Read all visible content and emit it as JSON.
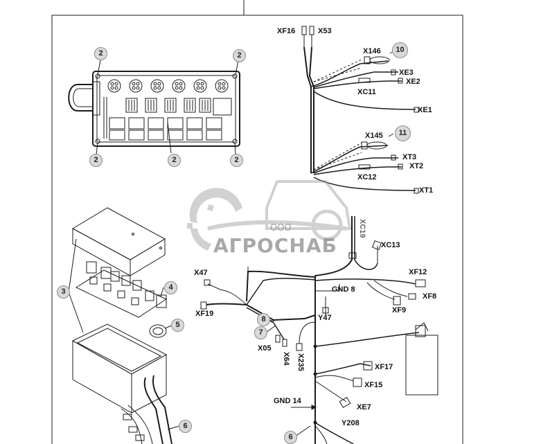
{
  "callouts": {
    "c1": "2",
    "c2": "2",
    "c3": "2",
    "c4": "2",
    "c5": "2",
    "c6": "10",
    "c7": "11",
    "c8": "3",
    "c9": "4",
    "c10": "5",
    "c11": "6",
    "c12": "8",
    "c13": "7",
    "c14": "6"
  },
  "connectors": {
    "xf16": "XF16",
    "x53": "X53",
    "x146": "X146",
    "xe3": "XE3",
    "xe2": "XE2",
    "xc11": "XC11",
    "xe1": "XE1",
    "x145": "X145",
    "xt3": "XT3",
    "xt2": "XT2",
    "xc12": "XC12",
    "xt1": "XT1",
    "xc19": "XC19",
    "xc13": "XC13",
    "x47": "X47",
    "xf19": "XF19",
    "gnd8": "GND 8",
    "xf12": "XF12",
    "xf8": "XF8",
    "xf9": "XF9",
    "y47": "Y47",
    "x05": "X05",
    "x64": "X64",
    "x235": "X235",
    "xf17": "XF17",
    "xf15": "XF15",
    "gnd14": "GND 14",
    "xe7": "XE7",
    "y208": "Y208"
  },
  "watermark": {
    "company": "ООО",
    "brand": "АГРОСНАБ"
  },
  "colors": {
    "line": "#1a1a1a",
    "callout_fill": "#d9d9d9",
    "watermark": "#8c8c8c"
  }
}
